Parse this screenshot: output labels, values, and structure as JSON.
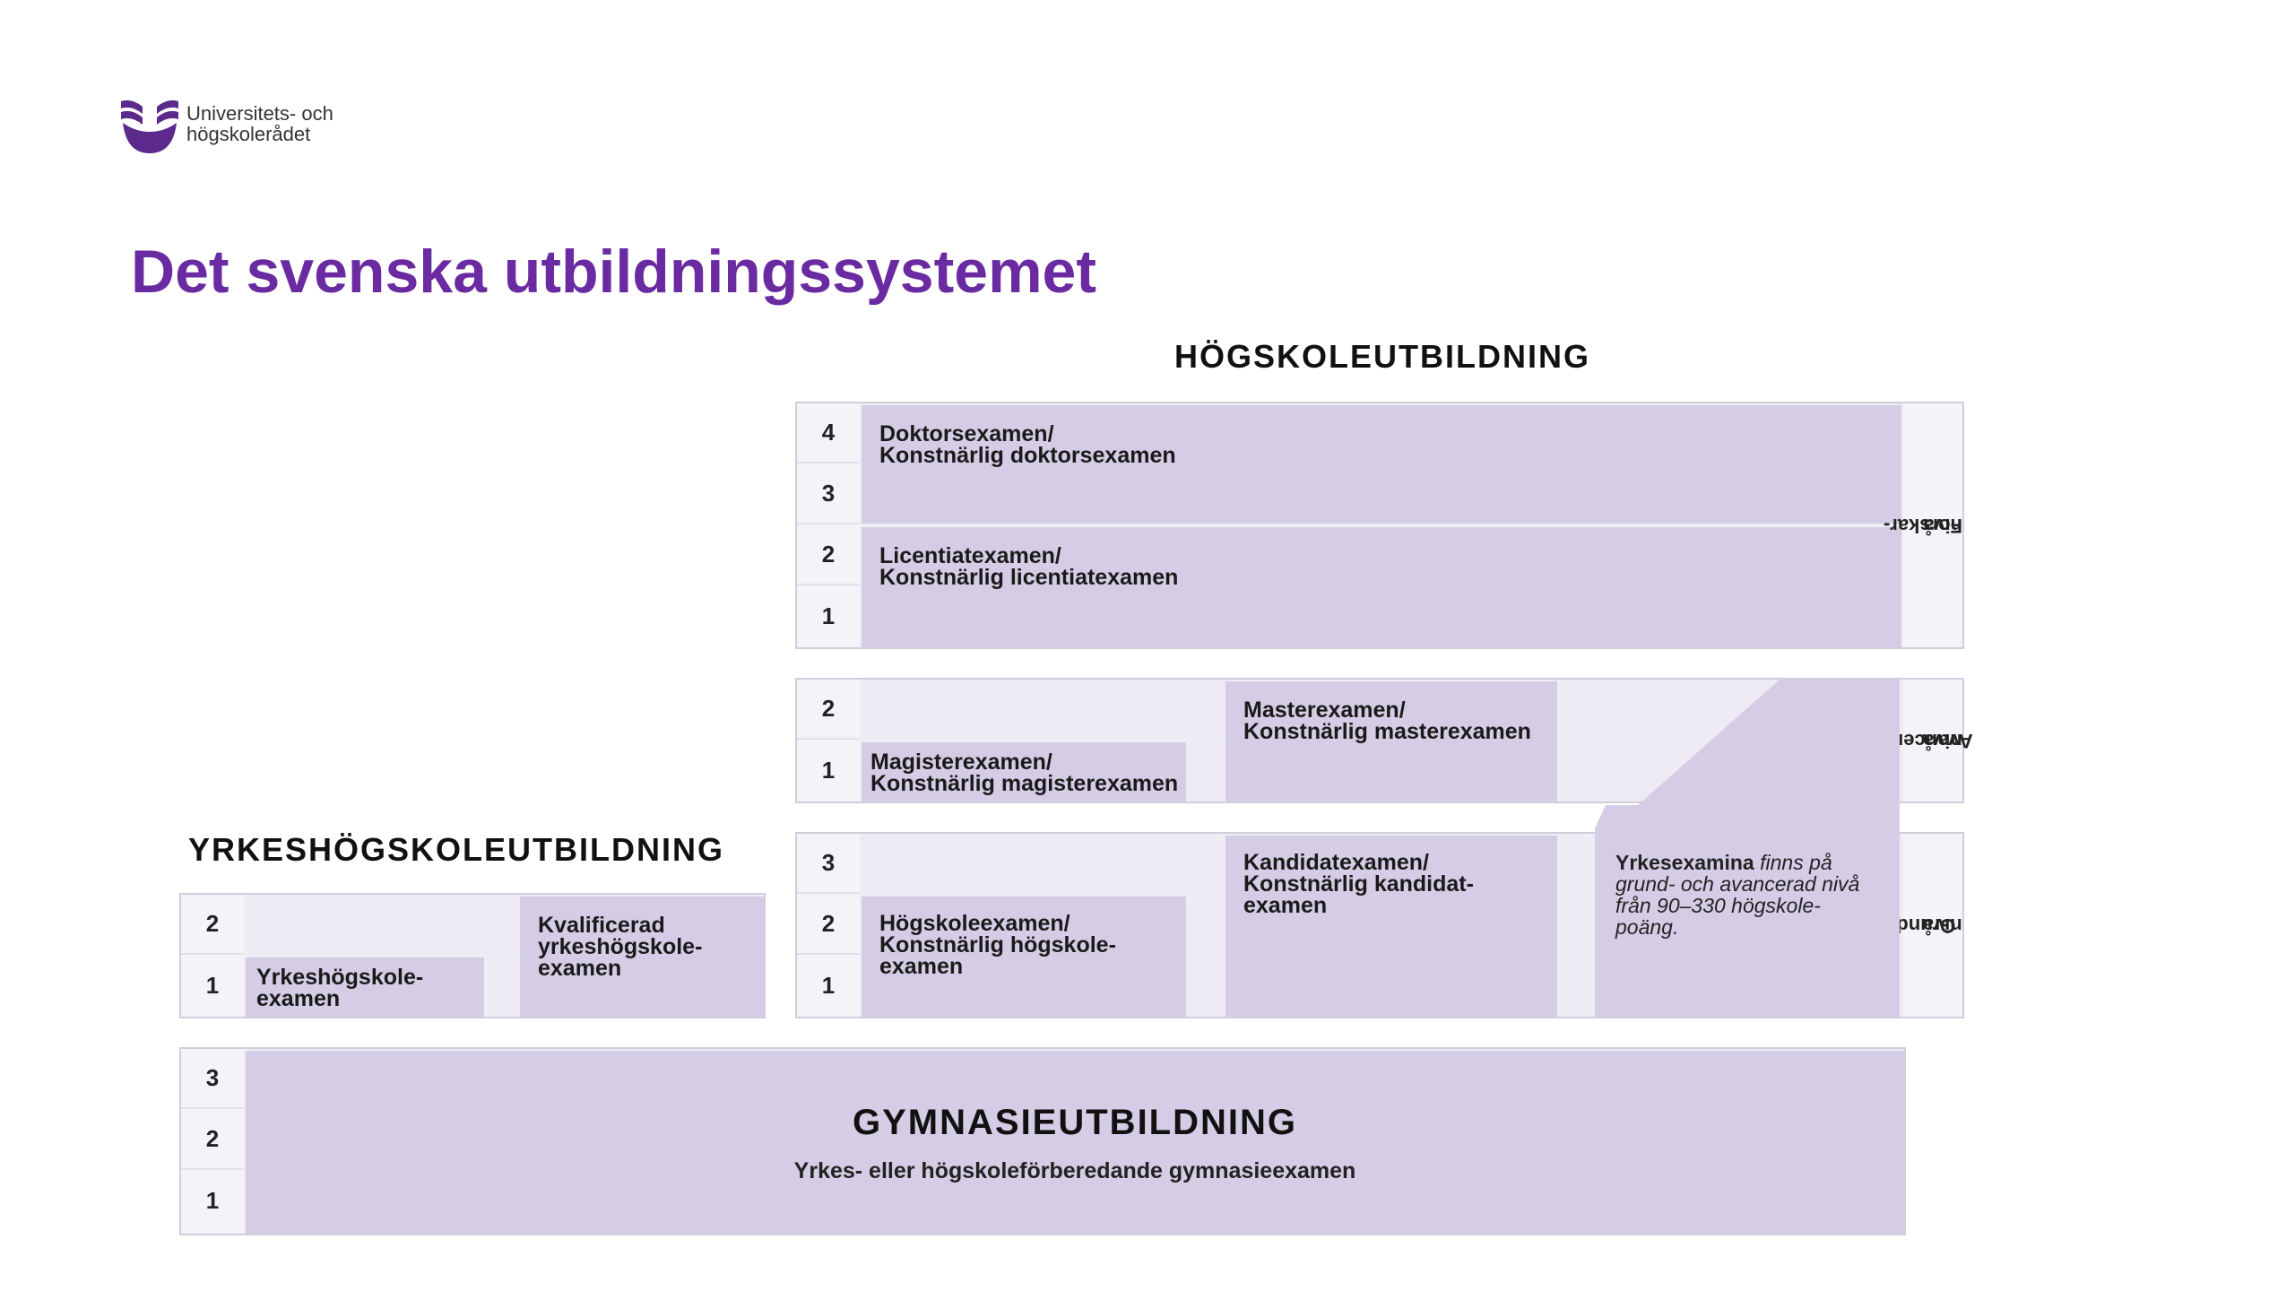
{
  "logo": {
    "line1": "Universitets- och",
    "line2": "högskolerådet"
  },
  "title": "Det svenska utbildningssystemet",
  "headings": {
    "hogskole": "HÖGSKOLEUTBILDNING",
    "yrkeshogskole": "YRKESHÖGSKOLEUTBILDNING"
  },
  "forskar": {
    "years": [
      "4",
      "3",
      "2",
      "1"
    ],
    "doktor": {
      "line1": "Doktorsexamen/",
      "line2": "Konstnärlig doktorsexamen"
    },
    "licentiat": {
      "line1": "Licentiatexamen/",
      "line2": "Konstnärlig licentiatexamen"
    },
    "level_label": {
      "line1": "Forskar-",
      "line2": "nivå"
    }
  },
  "avancerad": {
    "years": [
      "2",
      "1"
    ],
    "magister": {
      "line1": "Magisterexamen/",
      "line2": "Konstnärlig magisterexamen"
    },
    "master": {
      "line1": "Masterexamen/",
      "line2": "Konstnärlig masterexamen"
    },
    "level_label": {
      "line1": "Avancerad",
      "line2": "nivå"
    }
  },
  "grund": {
    "years": [
      "3",
      "2",
      "1"
    ],
    "hogskole": {
      "line1": "Högskoleexamen/",
      "line2": "Konstnärlig högskole-",
      "line3": "examen"
    },
    "kandidat": {
      "line1": "Kandidatexamen/",
      "line2": "Konstnärlig kandidat-",
      "line3": "examen"
    },
    "yrkesexamina": {
      "bold": "Yrkesexamina",
      "italic1": " finns på",
      "line2": "grund- och avancerad nivå",
      "line3": "från 90–330 högskole-",
      "line4": "poäng."
    },
    "level_label": {
      "line1": "Grund-",
      "line2": "nivå"
    }
  },
  "yh": {
    "years": [
      "2",
      "1"
    ],
    "yrkeshogskoleexamen": {
      "line1": "Yrkeshögskole-",
      "line2": "examen"
    },
    "kvalificerad": {
      "line1": "Kvalificerad",
      "line2": "yrkeshögskole-",
      "line3": "examen"
    }
  },
  "gymnasie": {
    "years": [
      "3",
      "2",
      "1"
    ],
    "title": "GYMNASIEUTBILDNING",
    "subtitle": "Yrkes- eller högskoleförberedande gymnasieexamen"
  },
  "colors": {
    "title": "#6a2aa1",
    "cell": "#d5cde6",
    "frame": "#eeedf4"
  }
}
